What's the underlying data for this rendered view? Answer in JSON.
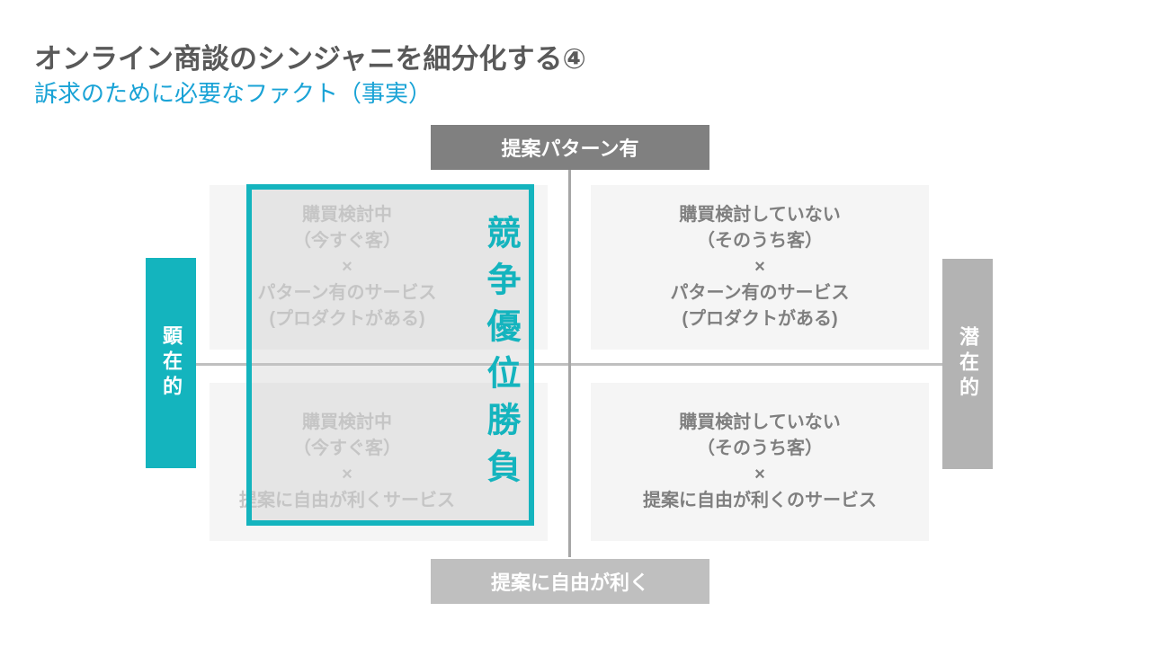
{
  "header": {
    "title": "オンライン商談のシンジャニを細分化する④",
    "subtitle": "訴求のために必要なファクト（事実）"
  },
  "axes": {
    "top": "提案パターン有",
    "bottom": "提案に自由が利く",
    "left": "顕在的",
    "right": "潜在的"
  },
  "quadrants": {
    "top_left": [
      "購買検討中",
      "（今すぐ客）",
      "×",
      "パターン有のサービス",
      "(プロダクトがある)"
    ],
    "bottom_left": [
      "購買検討中",
      "（今すぐ客）",
      "×",
      "提案に自由が利くサービス"
    ],
    "top_right": [
      "購買検討していない",
      "（そのうち客）",
      "×",
      "パターン有のサービス",
      "(プロダクトがある)"
    ],
    "bottom_right": [
      "購買検討していない",
      "（そのうち客）",
      "×",
      "提案に自由が利くのサービス"
    ]
  },
  "highlight": {
    "label": "競争優位勝負"
  },
  "colors": {
    "accent": "#14b4be",
    "axis_gray": "#808080",
    "axis_light": "#bfbfbf",
    "title": "#595959",
    "subtitle": "#1aa3d6"
  }
}
